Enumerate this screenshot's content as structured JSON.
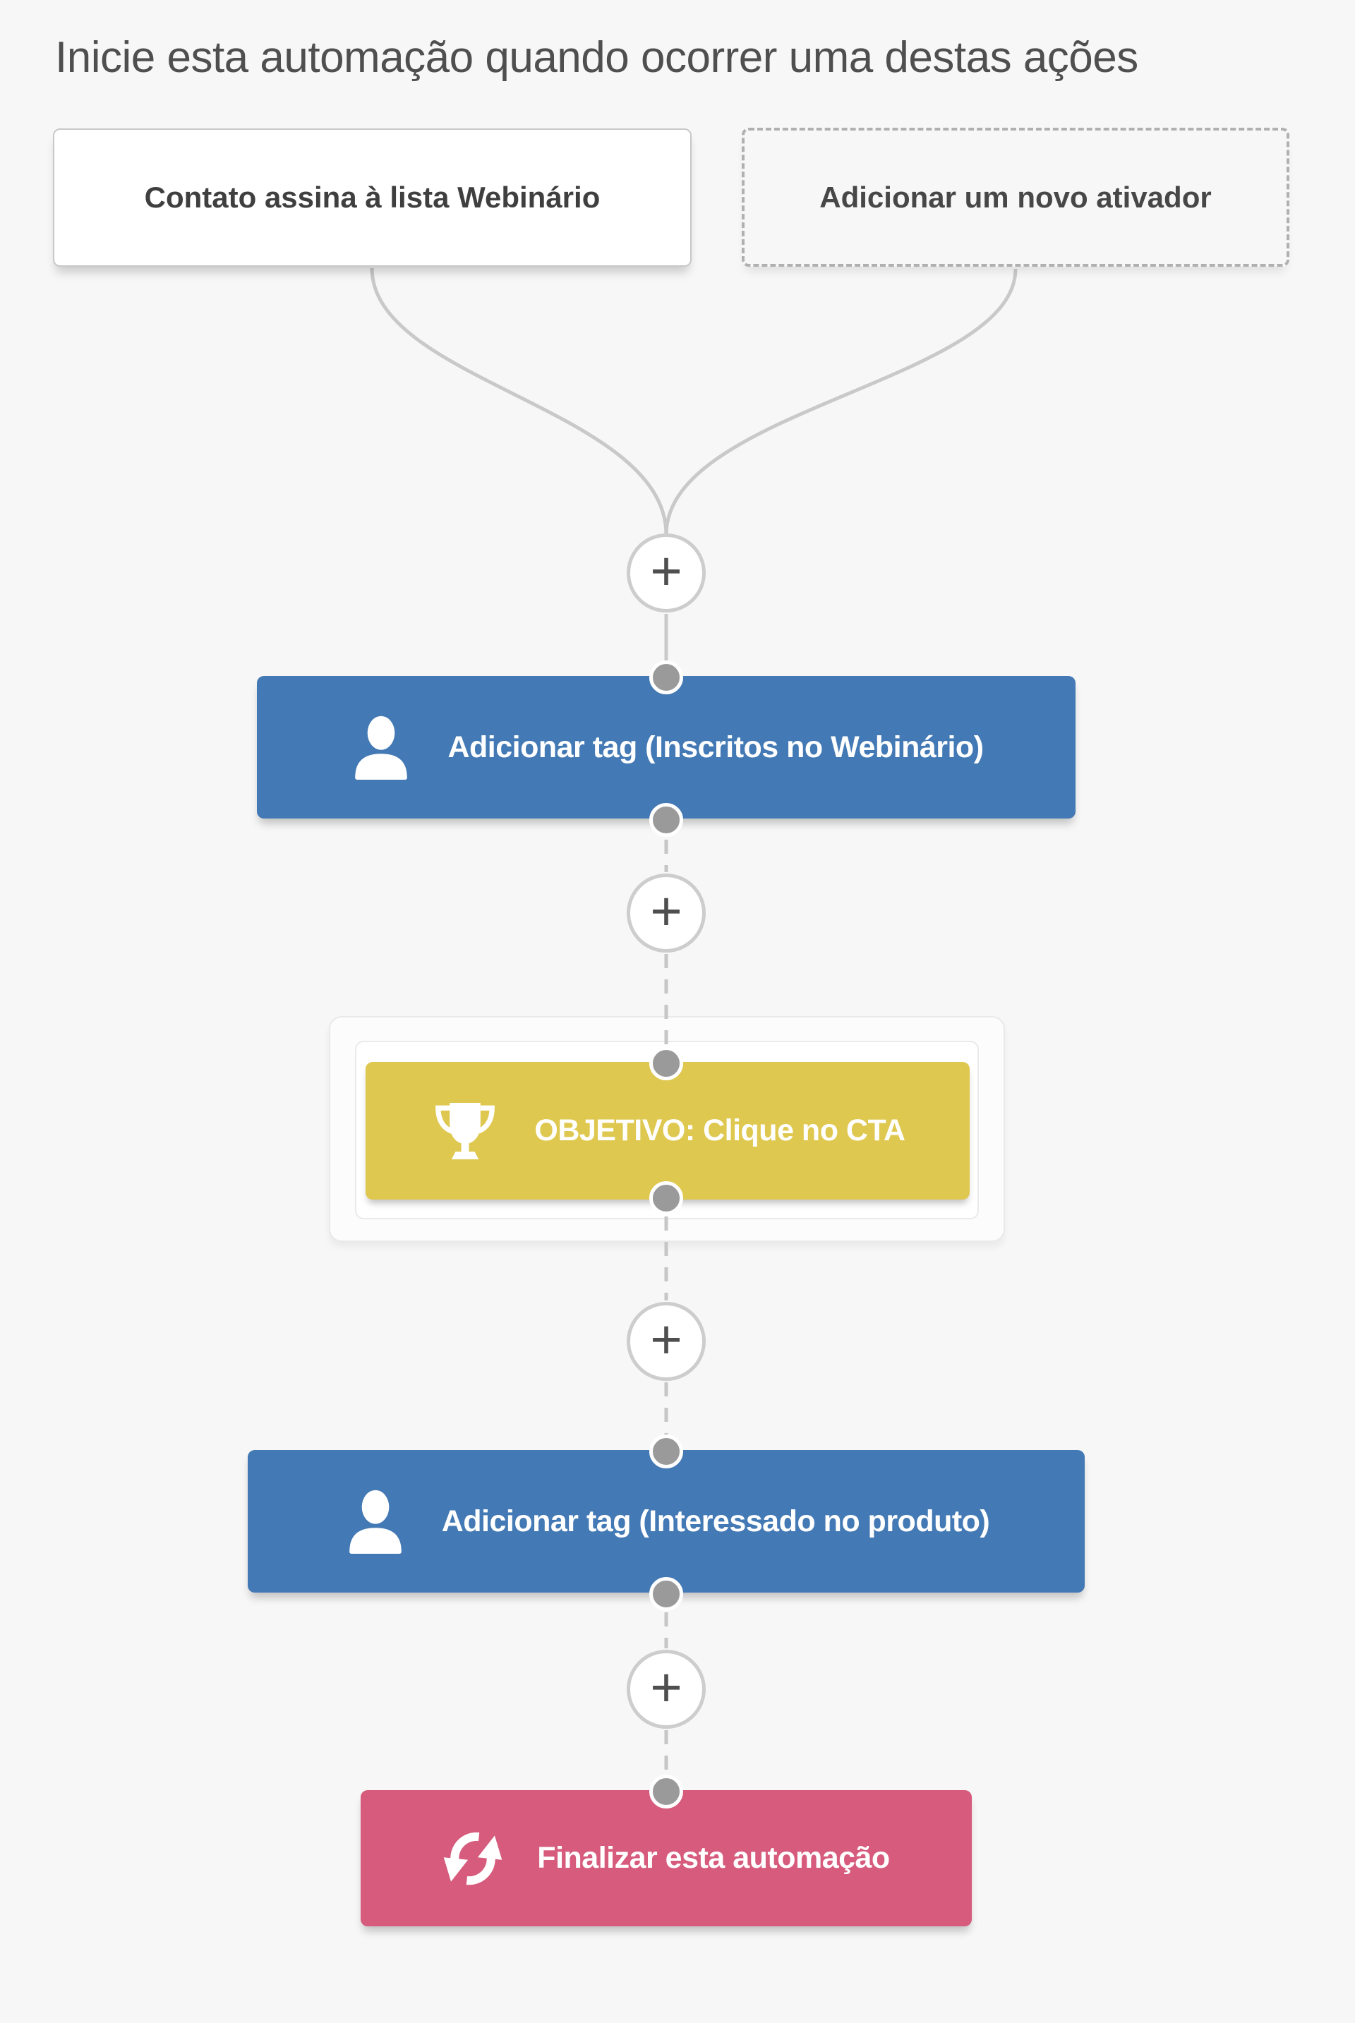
{
  "page": {
    "title": "Inicie esta automação quando ocorrer uma destas ações",
    "background": "#f7f7f7"
  },
  "triggers": {
    "existing": {
      "label": "Contato assina à lista Webinário"
    },
    "add_new": {
      "label": "Adicionar um novo ativador"
    }
  },
  "actions": {
    "add_tag_webinar": {
      "label": "Adicionar tag (Inscritos no Webinário)",
      "color": "#4379b4",
      "icon": "user-icon"
    },
    "goal_cta": {
      "label": "OBJETIVO: Clique no CTA",
      "color": "#dfc84f",
      "icon": "trophy-icon"
    },
    "add_tag_product": {
      "label": "Adicionar tag (Interessado no produto)",
      "color": "#4379b4",
      "icon": "user-icon"
    },
    "end_automation": {
      "label": "Finalizar esta automação",
      "color": "#d65b7c",
      "icon": "sync-icon"
    }
  },
  "connectors": {
    "plus_label": "+",
    "line_color": "#c9c9c9",
    "dot_color": "#9a9a9a"
  }
}
